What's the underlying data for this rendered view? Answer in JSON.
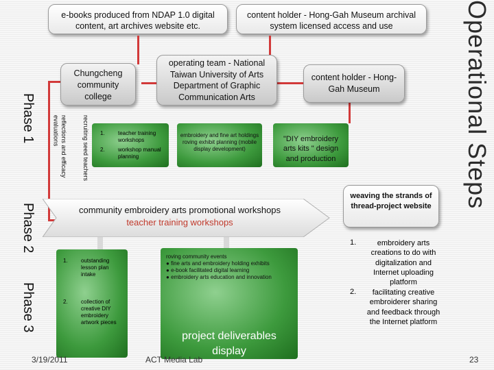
{
  "top_boxes": {
    "left": "e-books produced from NDAP 1.0 digital content, art archives website etc.",
    "right": "content holder - Hong-Gah Museum archival system licensed access and use"
  },
  "side_title": "Operational Steps",
  "phases": [
    "Phase 1",
    "Phase 2",
    "Phase 3"
  ],
  "phase1": {
    "chungcheng": "Chungcheng community college",
    "operating_team": "operating team - National Taiwan University of Arts Department of Graphic Communication Arts",
    "content_holder": "content holder - Hong-Gah Museum",
    "vertical_label_1": "recruiting seed teachers",
    "vertical_label_2": "reflections and efficacy evaluations",
    "list_numbers": [
      "1.",
      "2."
    ],
    "list_items": [
      "teacher training workshops",
      "workshop manual planning"
    ],
    "embroidery_box": "embroidery and fine art holdings roving exhibit planning (mobile display development)",
    "diy_box": "\"DIY embroidery arts kits \" design and production"
  },
  "phase2": {
    "banner_line1": "community embroidery arts promotional workshops",
    "banner_line2": "teacher training workshops"
  },
  "phase3": {
    "left_numbers": [
      "1.",
      "2."
    ],
    "left_items": [
      "outstanding lesson plan intake",
      "collection of creative DIY embroidery artwork pieces"
    ],
    "center_title": "roving community events",
    "center_items": [
      "fine arts and embroidery holding exhibits",
      "e-book facilitated digital learning",
      "embroidery arts education and innovation"
    ],
    "deliverables": "project deliverables display"
  },
  "right_panel": {
    "title": "weaving the strands of thread-project website",
    "numbers": [
      "1.",
      "2."
    ],
    "items": [
      "embroidery arts creations to do with digitalization and Internet uploading platform",
      "facilitating creative embroiderer sharing and feedback through the Internet platform"
    ]
  },
  "footer": {
    "date": "3/19/2011",
    "org": "ACT Media Lab",
    "page": "23"
  },
  "colors": {
    "arrow_red": "#d23a3a",
    "green": "#3d9a3d",
    "background": "#f2f2f2"
  }
}
